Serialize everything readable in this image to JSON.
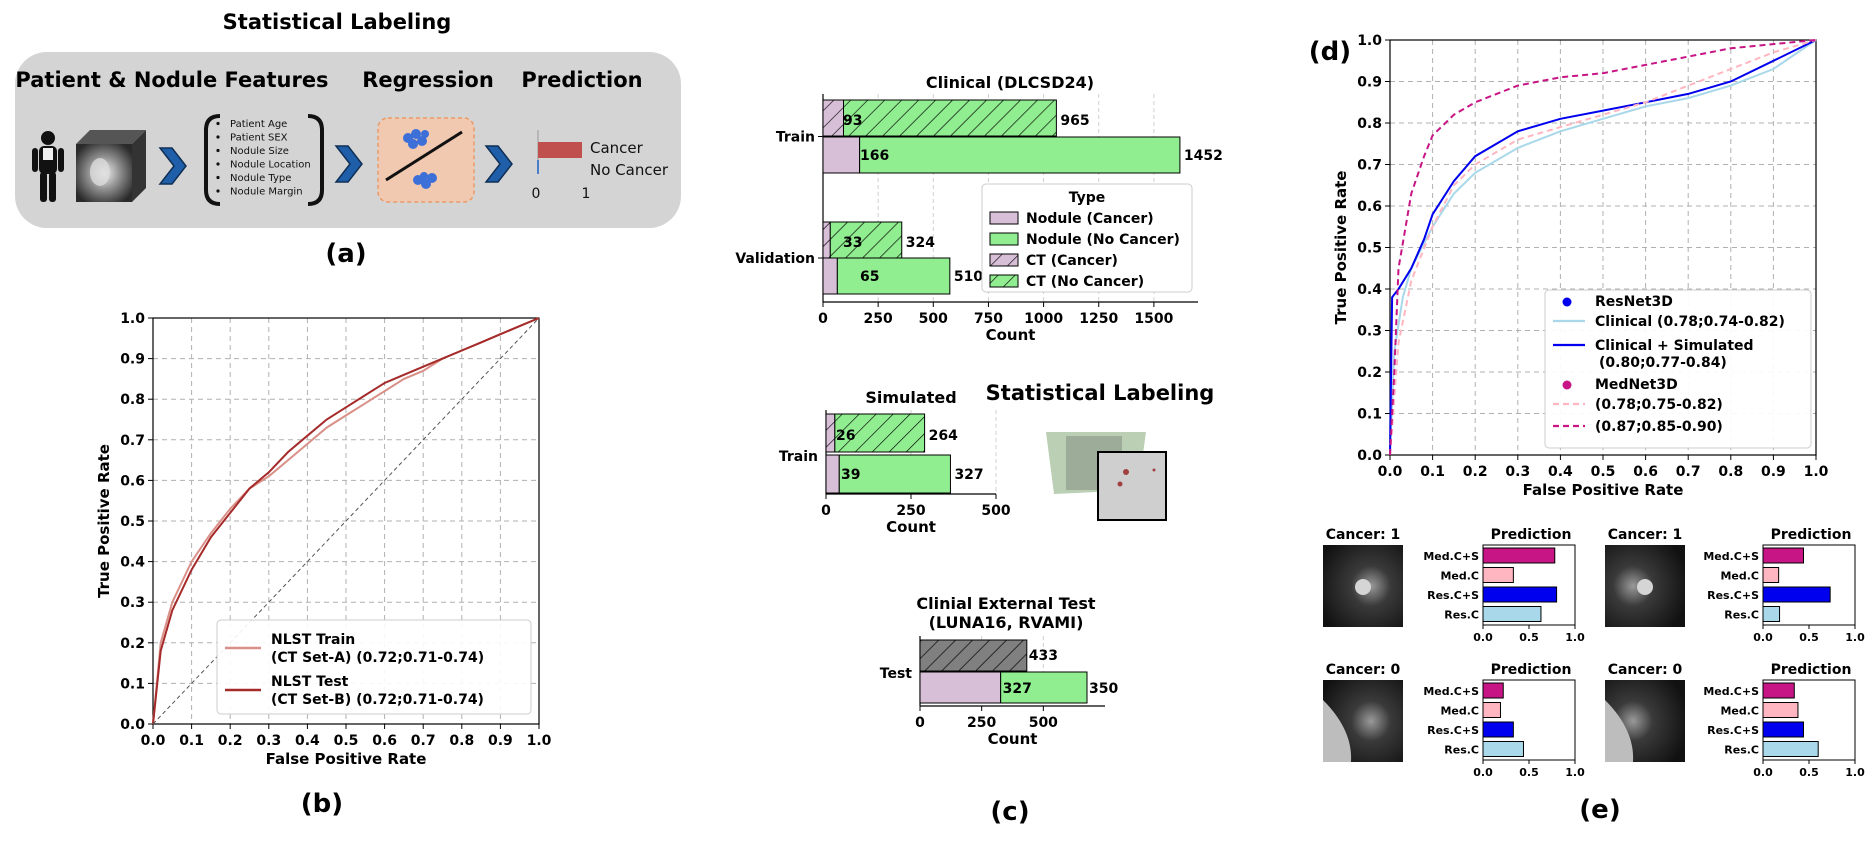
{
  "figure": {
    "panel_labels": {
      "a": "(a)",
      "b": "(b)",
      "c": "(c)",
      "d": "(d)",
      "e": "(e)"
    },
    "colors": {
      "cancer": "#d8bfd8",
      "no_cancer": "#90ee90",
      "ct_gray": "#808080",
      "red_dark": "#a52a2a",
      "red_light": "#d99088",
      "blue": "#0000ee",
      "light_blue": "#a8d8ea",
      "magenta": "#c71585",
      "pink": "#ffb6c1"
    }
  },
  "schematic": {
    "title": "Statistical Labeling",
    "features_title": "Patient & Nodule Features",
    "regression_title": "Regression",
    "prediction_title": "Prediction",
    "features": [
      "Patient Age",
      "Patient SEX",
      "Nodule Size",
      "Nodule Location",
      "Nodule Type",
      "Nodule Margin"
    ],
    "pred_cancer": "Cancer",
    "pred_no_cancer": "No Cancer",
    "pred_axis_min": "0",
    "pred_axis_max": "1",
    "icons": [
      "person-icon",
      "ct-cube-icon",
      "chevron-right-icon",
      "regression-icon"
    ]
  },
  "chart_data": [
    {
      "id": "roc_nlst",
      "type": "line",
      "xlabel": "False Positive Rate",
      "ylabel": "True Positive Rate",
      "xlim": [
        0,
        1
      ],
      "ylim": [
        0,
        1
      ],
      "xticks": [
        "0.0",
        "0.1",
        "0.2",
        "0.3",
        "0.4",
        "0.5",
        "0.6",
        "0.7",
        "0.8",
        "0.9",
        "1.0"
      ],
      "yticks": [
        "0.0",
        "0.1",
        "0.2",
        "0.3",
        "0.4",
        "0.5",
        "0.6",
        "0.7",
        "0.8",
        "0.9",
        "1.0"
      ],
      "grid": true,
      "legend_position": "bottom-right",
      "series": [
        {
          "name": "NLST Train",
          "name2": "(CT Set-A) (0.72;0.71-0.74)",
          "color": "#d99088",
          "x": [
            0,
            0.02,
            0.05,
            0.1,
            0.15,
            0.2,
            0.25,
            0.3,
            0.35,
            0.4,
            0.45,
            0.5,
            0.55,
            0.6,
            0.65,
            0.7,
            0.75,
            0.8,
            0.85,
            0.9,
            0.95,
            1.0
          ],
          "y": [
            0,
            0.2,
            0.3,
            0.4,
            0.47,
            0.53,
            0.58,
            0.61,
            0.65,
            0.69,
            0.73,
            0.76,
            0.79,
            0.82,
            0.85,
            0.87,
            0.9,
            0.92,
            0.94,
            0.96,
            0.98,
            1.0
          ]
        },
        {
          "name": "NLST Test",
          "name2": "(CT Set-B) (0.72;0.71-0.74)",
          "color": "#a52a2a",
          "x": [
            0,
            0.02,
            0.05,
            0.1,
            0.15,
            0.2,
            0.25,
            0.3,
            0.35,
            0.4,
            0.45,
            0.5,
            0.55,
            0.6,
            0.65,
            0.7,
            0.75,
            0.8,
            0.85,
            0.9,
            0.95,
            1.0
          ],
          "y": [
            0,
            0.18,
            0.28,
            0.38,
            0.46,
            0.52,
            0.58,
            0.62,
            0.67,
            0.71,
            0.75,
            0.78,
            0.81,
            0.84,
            0.86,
            0.88,
            0.9,
            0.92,
            0.94,
            0.96,
            0.98,
            1.0
          ]
        }
      ]
    },
    {
      "id": "clinical_counts",
      "type": "bar",
      "orientation": "horizontal",
      "title": "Clinical (DLCSD24)",
      "xlabel": "Count",
      "xlim": [
        0,
        1700
      ],
      "xticks": [
        0,
        250,
        500,
        750,
        1000,
        1250,
        1500
      ],
      "categories": [
        "Train",
        "Validation"
      ],
      "series": [
        {
          "name": "Nodule (Cancer)",
          "values": [
            166,
            65
          ]
        },
        {
          "name": "Nodule (No Cancer)",
          "values": [
            1452,
            510
          ]
        },
        {
          "name": "CT (Cancer)",
          "values": [
            93,
            33
          ]
        },
        {
          "name": "CT (No Cancer)",
          "values": [
            965,
            324
          ]
        }
      ],
      "legend_title": "Type",
      "legend_position": "right"
    },
    {
      "id": "simulated_counts",
      "type": "bar",
      "orientation": "horizontal",
      "title": "Simulated",
      "xlabel": "Count",
      "xlim": [
        0,
        500
      ],
      "xticks": [
        0,
        250,
        500
      ],
      "categories": [
        "Train"
      ],
      "series": [
        {
          "name": "Nodule (Cancer)",
          "values": [
            39
          ]
        },
        {
          "name": "Nodule (No Cancer)",
          "values": [
            327
          ]
        },
        {
          "name": "CT (Cancer)",
          "values": [
            26
          ]
        },
        {
          "name": "CT (No Cancer)",
          "values": [
            264
          ]
        }
      ]
    },
    {
      "id": "external_counts",
      "type": "bar",
      "orientation": "horizontal",
      "title": "Clinial External Test",
      "subtitle": "(LUNA16, RVAMI)",
      "xlabel": "Count",
      "xlim": [
        0,
        750
      ],
      "xticks": [
        0,
        250,
        500
      ],
      "categories": [
        "Test"
      ],
      "series": [
        {
          "name": "CT",
          "values": [
            433
          ]
        },
        {
          "name": "Nodule (Cancer)",
          "values": [
            327
          ]
        },
        {
          "name": "Nodule (No Cancer)",
          "values": [
            350
          ]
        }
      ]
    },
    {
      "id": "roc_models",
      "type": "line",
      "xlabel": "False Positive Rate",
      "ylabel": "True Positive Rate",
      "xlim": [
        0,
        1
      ],
      "ylim": [
        0,
        1
      ],
      "xticks": [
        "0.0",
        "0.1",
        "0.2",
        "0.3",
        "0.4",
        "0.5",
        "0.6",
        "0.7",
        "0.8",
        "0.9",
        "1.0"
      ],
      "yticks": [
        "0.0",
        "0.1",
        "0.2",
        "0.3",
        "0.4",
        "0.5",
        "0.6",
        "0.7",
        "0.8",
        "0.9",
        "1.0"
      ],
      "grid": true,
      "legend_position": "bottom-right",
      "legend_headers": [
        {
          "name": "ResNet3D",
          "color": "#0000ee"
        },
        {
          "name": "MedNet3D",
          "color": "#c71585"
        }
      ],
      "series": [
        {
          "name": "Clinical (0.78;0.74-0.82)",
          "color": "#a8d8ea",
          "dash": false,
          "x": [
            0,
            0.01,
            0.03,
            0.05,
            0.1,
            0.15,
            0.2,
            0.3,
            0.4,
            0.5,
            0.6,
            0.7,
            0.8,
            0.9,
            1.0
          ],
          "y": [
            0,
            0.25,
            0.38,
            0.45,
            0.55,
            0.63,
            0.68,
            0.74,
            0.78,
            0.81,
            0.84,
            0.86,
            0.89,
            0.93,
            1.0
          ]
        },
        {
          "name": "Clinical + Simulated",
          "name2": "(0.80;0.77-0.84)",
          "color": "#0000ee",
          "dash": false,
          "x": [
            0,
            0.005,
            0.02,
            0.05,
            0.08,
            0.1,
            0.15,
            0.2,
            0.3,
            0.4,
            0.5,
            0.6,
            0.7,
            0.8,
            0.9,
            1.0
          ],
          "y": [
            0,
            0.38,
            0.4,
            0.45,
            0.52,
            0.58,
            0.66,
            0.72,
            0.78,
            0.81,
            0.83,
            0.85,
            0.87,
            0.9,
            0.95,
            1.0
          ]
        },
        {
          "name": "(0.78;0.75-0.82)",
          "color": "#ffb6c1",
          "dash": true,
          "x": [
            0,
            0.02,
            0.05,
            0.1,
            0.15,
            0.2,
            0.3,
            0.4,
            0.5,
            0.6,
            0.7,
            0.8,
            0.9,
            1.0
          ],
          "y": [
            0,
            0.27,
            0.42,
            0.55,
            0.65,
            0.7,
            0.76,
            0.79,
            0.82,
            0.85,
            0.89,
            0.93,
            0.97,
            1.0
          ]
        },
        {
          "name": "(0.87;0.85-0.90)",
          "color": "#c71585",
          "dash": true,
          "x": [
            0,
            0.01,
            0.02,
            0.05,
            0.08,
            0.1,
            0.15,
            0.2,
            0.3,
            0.4,
            0.5,
            0.6,
            0.7,
            0.8,
            0.9,
            1.0
          ],
          "y": [
            0,
            0.2,
            0.45,
            0.63,
            0.72,
            0.77,
            0.82,
            0.85,
            0.89,
            0.91,
            0.92,
            0.94,
            0.96,
            0.98,
            0.99,
            1.0
          ]
        }
      ]
    },
    {
      "id": "prediction_examples",
      "type": "bar",
      "orientation": "horizontal",
      "title": "Prediction",
      "categories": [
        "Med.C+S",
        "Med.C",
        "Res.C+S",
        "Res.C"
      ],
      "category_colors": [
        "#c71585",
        "#ffb6c1",
        "#0000ee",
        "#a8d8ea"
      ],
      "xlim": [
        0,
        1
      ],
      "xticks": [
        "0.0",
        "0.5",
        "1.0"
      ],
      "cases": [
        {
          "label": "Cancer: 1",
          "values": [
            0.78,
            0.33,
            0.8,
            0.63
          ]
        },
        {
          "label": "Cancer: 1",
          "values": [
            0.44,
            0.17,
            0.73,
            0.18
          ]
        },
        {
          "label": "Cancer: 0",
          "values": [
            0.22,
            0.19,
            0.33,
            0.44
          ]
        },
        {
          "label": "Cancer: 0",
          "values": [
            0.34,
            0.38,
            0.44,
            0.6
          ]
        }
      ]
    }
  ]
}
